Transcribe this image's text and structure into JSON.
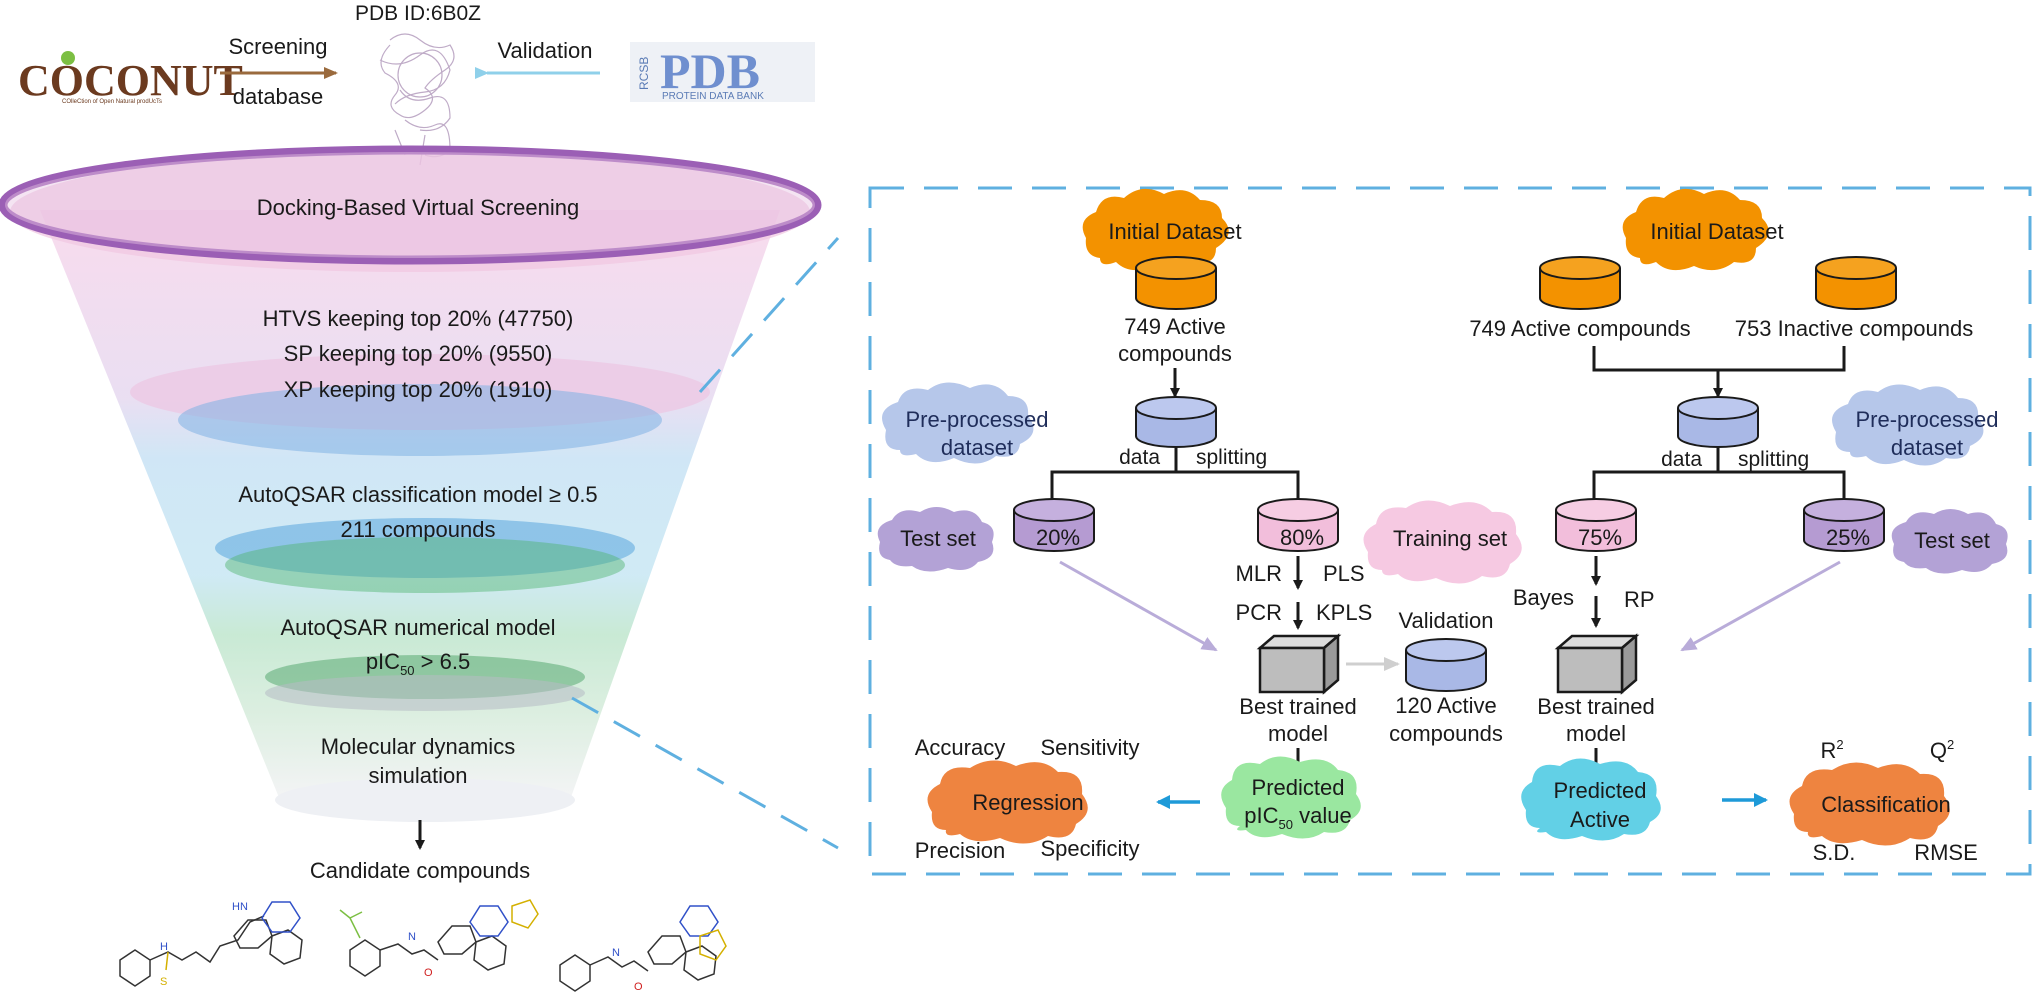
{
  "top": {
    "pdb_id": "PDB ID:6B0Z",
    "coconut_logo_text": "COCONUT",
    "coconut_logo_small": "COlleCtion of Open Natural prodUcTs",
    "screening_label": "Screening",
    "database_label": "database",
    "validation_label": "Validation",
    "rcsb_logo_side": "RCSB",
    "rcsb_logo_big": "PDB",
    "rcsb_logo_small": "PROTEIN DATA BANK"
  },
  "funnel": {
    "docking": "Docking-Based Virtual Screening",
    "htvs": "HTVS keeping top 20% (47750)",
    "sp": "SP keeping top 20% (9550)",
    "xp": "XP keeping top 20% (1910)",
    "classif_line1": "AutoQSAR classification model  ≥ 0.5",
    "classif_line2": "211 compounds",
    "numerical_line1": "AutoQSAR numerical model",
    "pic_prefix": "pIC",
    "pic_sub": "50",
    "pic_suffix": " > 6.5",
    "md_line1": "Molecular dynamics",
    "md_line2": "simulation",
    "candidates": "Candidate compounds",
    "colors": {
      "docking": "#9b5fb5",
      "htvs": "#e7c3dd",
      "xp": "#7fb2e3",
      "classif": "#5aa6dc",
      "numerical": "#4fb46e",
      "md": "#c9ccd2"
    }
  },
  "left_flow": {
    "initial_dataset": "Initial Dataset",
    "active_line1": "749 Active",
    "active_line2": "compounds",
    "preprocessed_line1": "Pre-processed",
    "preprocessed_line2": "dataset",
    "data_label": "data",
    "splitting_label": "splitting",
    "test_set": "Test set",
    "pct_test": "20%",
    "pct_train": "80%",
    "training_set": "Training set",
    "mlr": "MLR",
    "pls": "PLS",
    "pcr": "PCR",
    "kpls": "KPLS",
    "validation": "Validation",
    "val_line1": "120 Active",
    "val_line2": "compounds",
    "best_line1": "Best trained",
    "best_line2": "model",
    "predicted_line1": "Predicted",
    "predicted_pic": "pIC",
    "predicted_sub": "50",
    "predicted_value": " value",
    "regression": "Regression",
    "accuracy": "Accuracy",
    "sensitivity": "Sensitivity",
    "precision": "Precision",
    "specificity": "Specificity"
  },
  "right_flow": {
    "initial_dataset": "Initial Dataset",
    "active": "749 Active compounds",
    "inactive": "753 Inactive compounds",
    "data_label": "data",
    "splitting_label": "splitting",
    "preprocessed_line1": "Pre-processed",
    "preprocessed_line2": "dataset",
    "pct_train": "75%",
    "pct_test": "25%",
    "test_set": "Test set",
    "bayes": "Bayes",
    "rp": "RP",
    "best_line1": "Best trained",
    "best_line2": "model",
    "predicted_line1": "Predicted",
    "predicted_line2": "Active",
    "classification": "Classification",
    "r2": "R",
    "r2_sup": "2",
    "q2": "Q",
    "q2_sup": "2",
    "sd": "S.D.",
    "rmse": "RMSE"
  },
  "colors": {
    "orange_cloud": "#f39200",
    "db_orange": "#f39200",
    "db_blue": "#a9b8e6",
    "db_purple": "#b59bd2",
    "db_pink": "#f2bedb",
    "cloud_lightblue": "#b6c7ea",
    "cloud_purple": "#b3a2d6",
    "cloud_pink": "#f6c9e2",
    "regression": "#ee8440",
    "pred_green": "#9ae7a0",
    "pred_cyan": "#62d0e6",
    "dash_border": "#5fb0e0",
    "arrow_blue": "#1e9ad8"
  }
}
